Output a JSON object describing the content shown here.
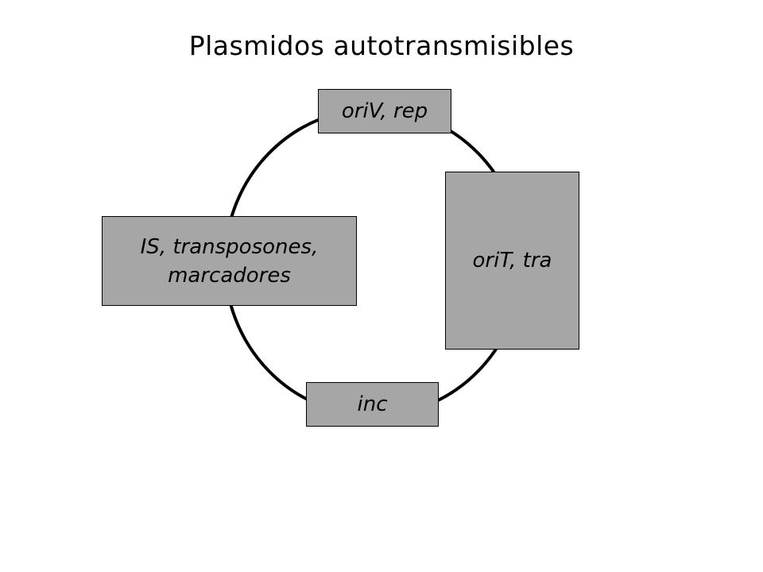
{
  "title": "Plasmidos autotransmisibles",
  "colors": {
    "background": "#ffffff",
    "box_fill": "#a6a6a6",
    "stroke": "#000000"
  },
  "segments": {
    "top": {
      "label": "oriV, rep"
    },
    "right": {
      "label": "oriT, tra"
    },
    "left": {
      "lines": [
        "IS, transposones,",
        "marcadores"
      ]
    },
    "bottom": {
      "label": "inc"
    }
  }
}
